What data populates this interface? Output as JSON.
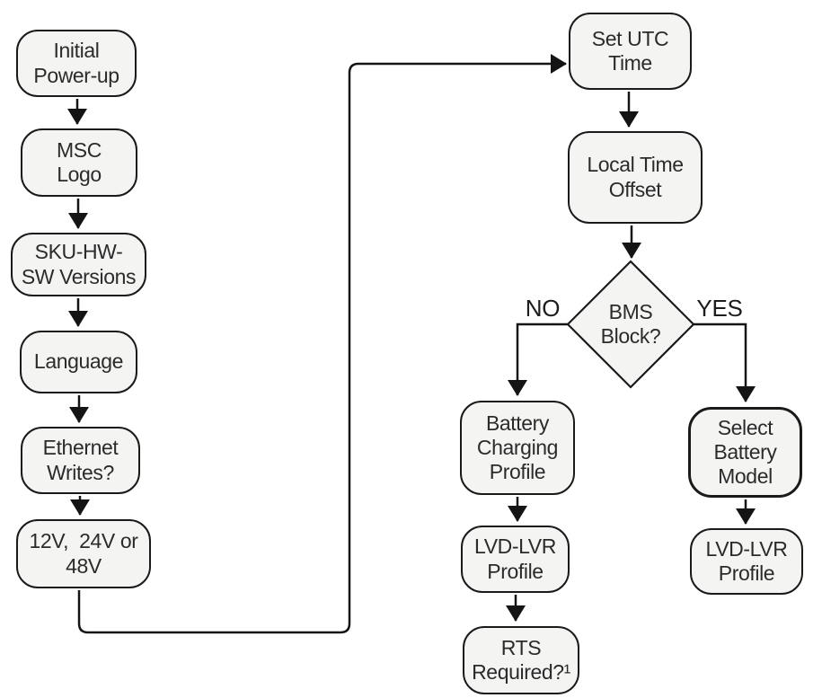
{
  "flowchart": {
    "nodes": {
      "initial_power_up": "Initial\nPower-up",
      "msc_logo": "MSC\nLogo",
      "sku_hw_sw_versions": "SKU-HW-\nSW Versions",
      "language": "Language",
      "ethernet_writes": "Ethernet\nWrites?",
      "voltage_selection": "12V,  24V or\n48V",
      "set_utc_time": "Set UTC\nTime",
      "local_time_offset": "Local Time\nOffset",
      "bms_block": "BMS\nBlock?",
      "battery_charging_profile": "Battery\nCharging\nProfile",
      "lvd_lvr_profile_no_branch": "LVD-LVR\nProfile",
      "rts_required": "RTS\nRequired?¹",
      "select_battery_model": "Select\nBattery\nModel",
      "lvd_lvr_profile_yes_branch": "LVD-LVR\nProfile"
    },
    "branch_labels": {
      "no": "NO",
      "yes": "YES"
    },
    "edges": [
      {
        "from": "initial_power_up",
        "to": "msc_logo"
      },
      {
        "from": "msc_logo",
        "to": "sku_hw_sw_versions"
      },
      {
        "from": "sku_hw_sw_versions",
        "to": "language"
      },
      {
        "from": "language",
        "to": "ethernet_writes"
      },
      {
        "from": "ethernet_writes",
        "to": "voltage_selection"
      },
      {
        "from": "voltage_selection",
        "to": "set_utc_time"
      },
      {
        "from": "set_utc_time",
        "to": "local_time_offset"
      },
      {
        "from": "local_time_offset",
        "to": "bms_block"
      },
      {
        "from": "bms_block",
        "to": "battery_charging_profile",
        "label": "NO"
      },
      {
        "from": "bms_block",
        "to": "select_battery_model",
        "label": "YES"
      },
      {
        "from": "battery_charging_profile",
        "to": "lvd_lvr_profile_no_branch"
      },
      {
        "from": "lvd_lvr_profile_no_branch",
        "to": "rts_required"
      },
      {
        "from": "select_battery_model",
        "to": "lvd_lvr_profile_yes_branch"
      }
    ],
    "colors": {
      "node_fill": "#f4f4f3",
      "node_border": "#1a1a1a",
      "connector": "#141414",
      "text": "#2b2b2b",
      "background": "#ffffff"
    }
  }
}
